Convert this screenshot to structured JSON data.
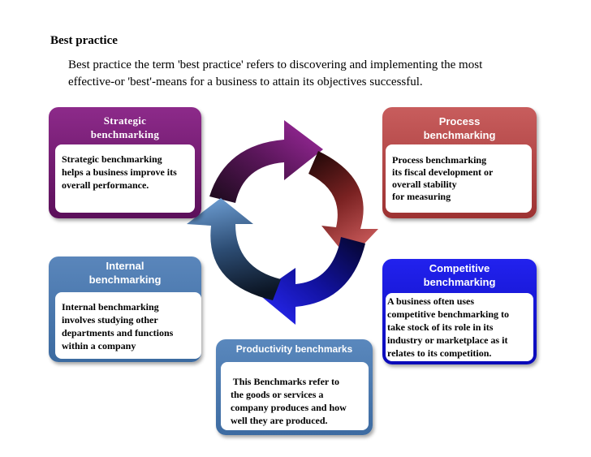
{
  "heading": "Best practice",
  "intro_lines": [
    "Best practice the term 'best practice' refers to discovering and implementing the most",
    "effective-or 'best'-means for a business to attain its objectives successful."
  ],
  "boxes": {
    "strategic": {
      "title_lines": [
        "Strategic",
        "benchmarking"
      ],
      "body_lines": [
        "Strategic benchmarking",
        "helps a business improve its",
        "overall performance."
      ]
    },
    "process": {
      "title_lines": [
        "Process",
        "benchmarking"
      ],
      "body_lines": [
        "Process benchmarking",
        "its fiscal development or",
        "overall stability",
        "for measuring"
      ]
    },
    "internal": {
      "title_lines": [
        "Internal",
        "benchmarking"
      ],
      "body_lines": [
        "Internal benchmarking",
        "involves studying other",
        "departments and functions",
        "within a company"
      ]
    },
    "competitive": {
      "title_lines": [
        "Competitive",
        "benchmarking"
      ],
      "body_lines": [
        "A business often uses",
        "competitive benchmarking to",
        "take stock of its role in its",
        "industry or marketplace as it",
        "relates to its competition."
      ]
    },
    "productivity": {
      "title_lines": [
        "Productivity benchmarks"
      ],
      "body_lines": [
        " This Benchmarks refer to",
        "the goods or services a",
        "company produces and how",
        "well they are produced."
      ]
    }
  },
  "colors": {
    "strategic": "#6e1a6c",
    "process": "#b04545",
    "internal": "#4a78b0",
    "competitive": "#1414d4",
    "productivity": "#4a78b0"
  }
}
